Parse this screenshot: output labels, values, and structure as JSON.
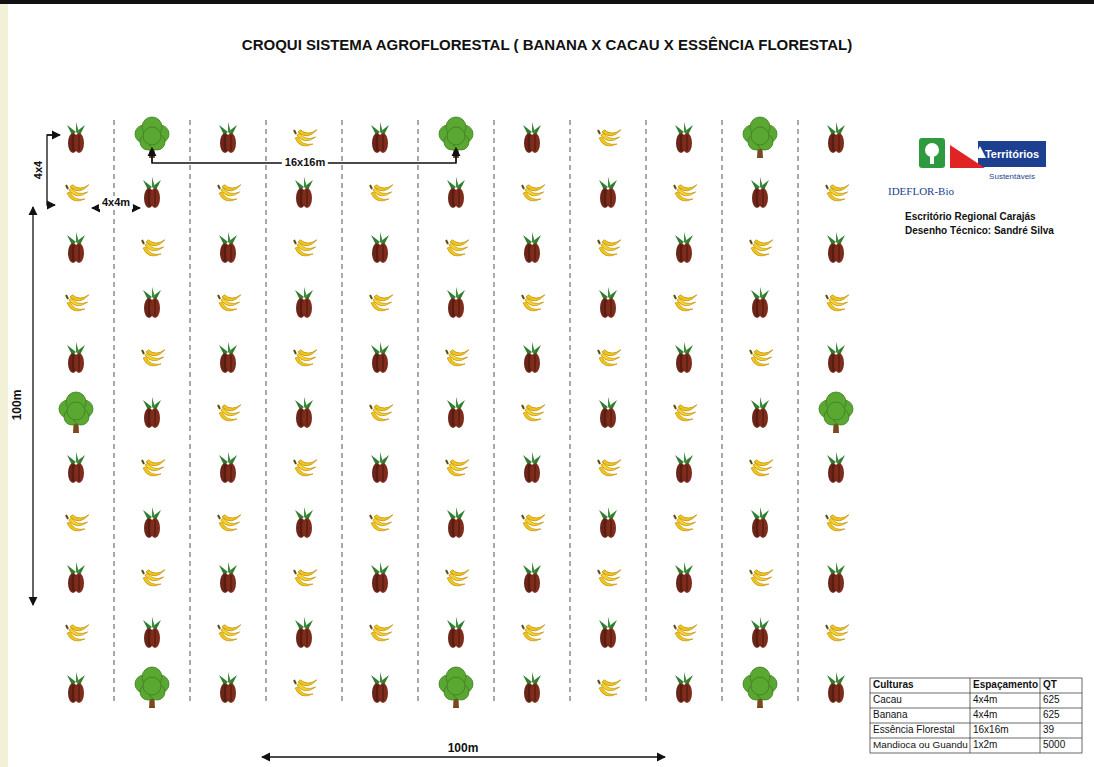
{
  "diagram": {
    "title": "CROQUI SISTEMA AGROFLORESTAL ( BANANA X CACAU X ESSÊNCIA FLORESTAL)",
    "labels": [
      "4x4",
      "4x4m",
      "16x16m",
      "100m",
      "100m",
      "IDEFLOR-Bio",
      "Territórios",
      "Sustentáveis",
      "Escritório Regional Carajás",
      "Desenho Técnico: Sandré Silva",
      "Culturas",
      "Espaçamento",
      "QT",
      "Cacau",
      "4x4m",
      "625",
      "Banana",
      "4x4m",
      "625",
      "Essência Florestal",
      "16x16m",
      "39",
      "Mandioca ou Guandu",
      "1x2m",
      "5000"
    ]
  }
}
